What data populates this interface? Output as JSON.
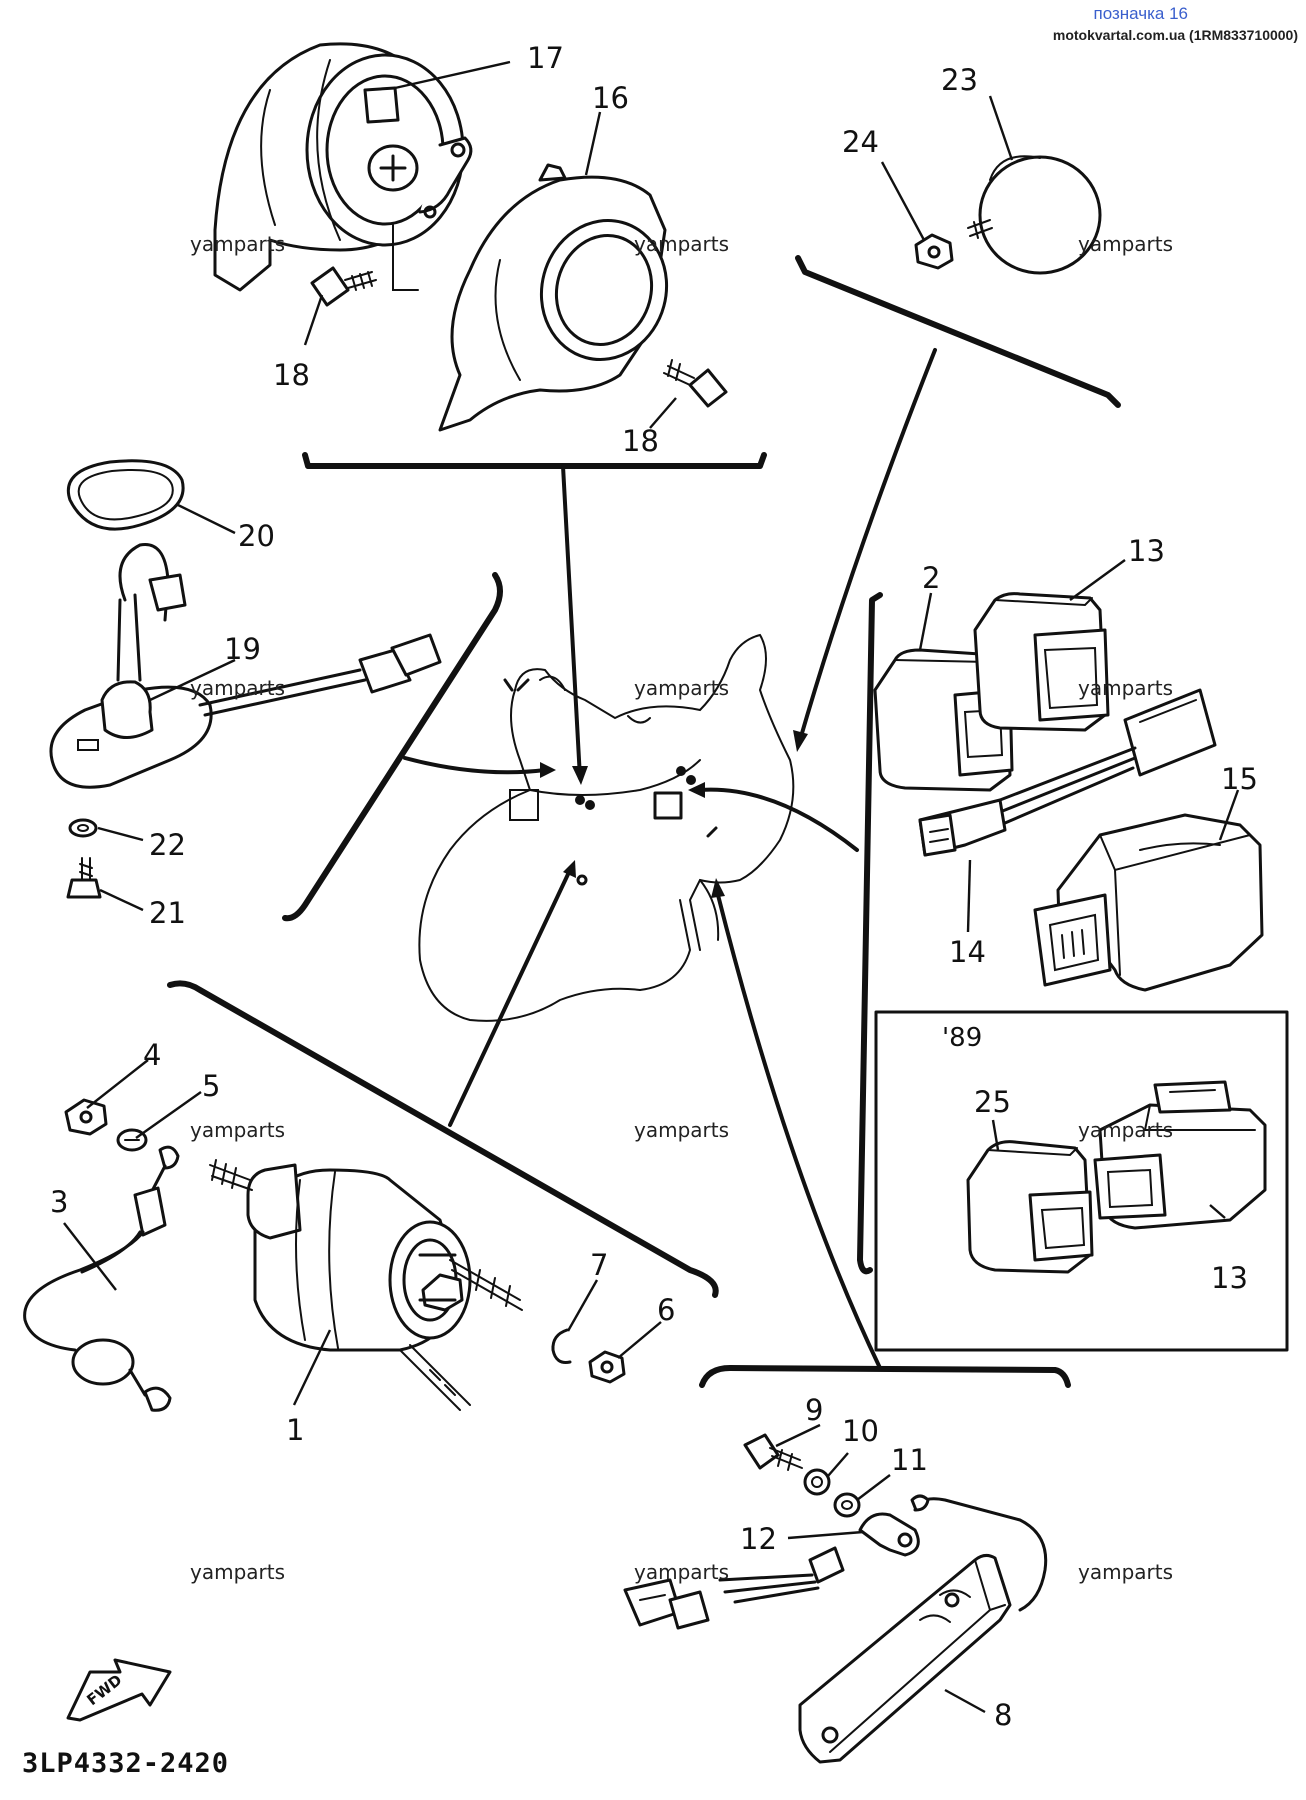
{
  "header": {
    "title": "позначка 16",
    "site": "motokvartal.com.ua (1RM833710000)"
  },
  "watermark": "yamparts",
  "diagram_code": "3LP4332-2420",
  "fwd_label": "FWD",
  "year_label": "'89",
  "callouts": {
    "n1": "1",
    "n2": "2",
    "n3": "3",
    "n4": "4",
    "n5": "5",
    "n6": "6",
    "n7": "7",
    "n8": "8",
    "n9": "9",
    "n10": "10",
    "n11": "11",
    "n12": "12",
    "n13a": "13",
    "n13b": "13",
    "n14": "14",
    "n15": "15",
    "n16": "16",
    "n17": "17",
    "n18a": "18",
    "n18b": "18",
    "n19": "19",
    "n20": "20",
    "n21": "21",
    "n22": "22",
    "n23": "23",
    "n24": "24",
    "n25": "25"
  }
}
